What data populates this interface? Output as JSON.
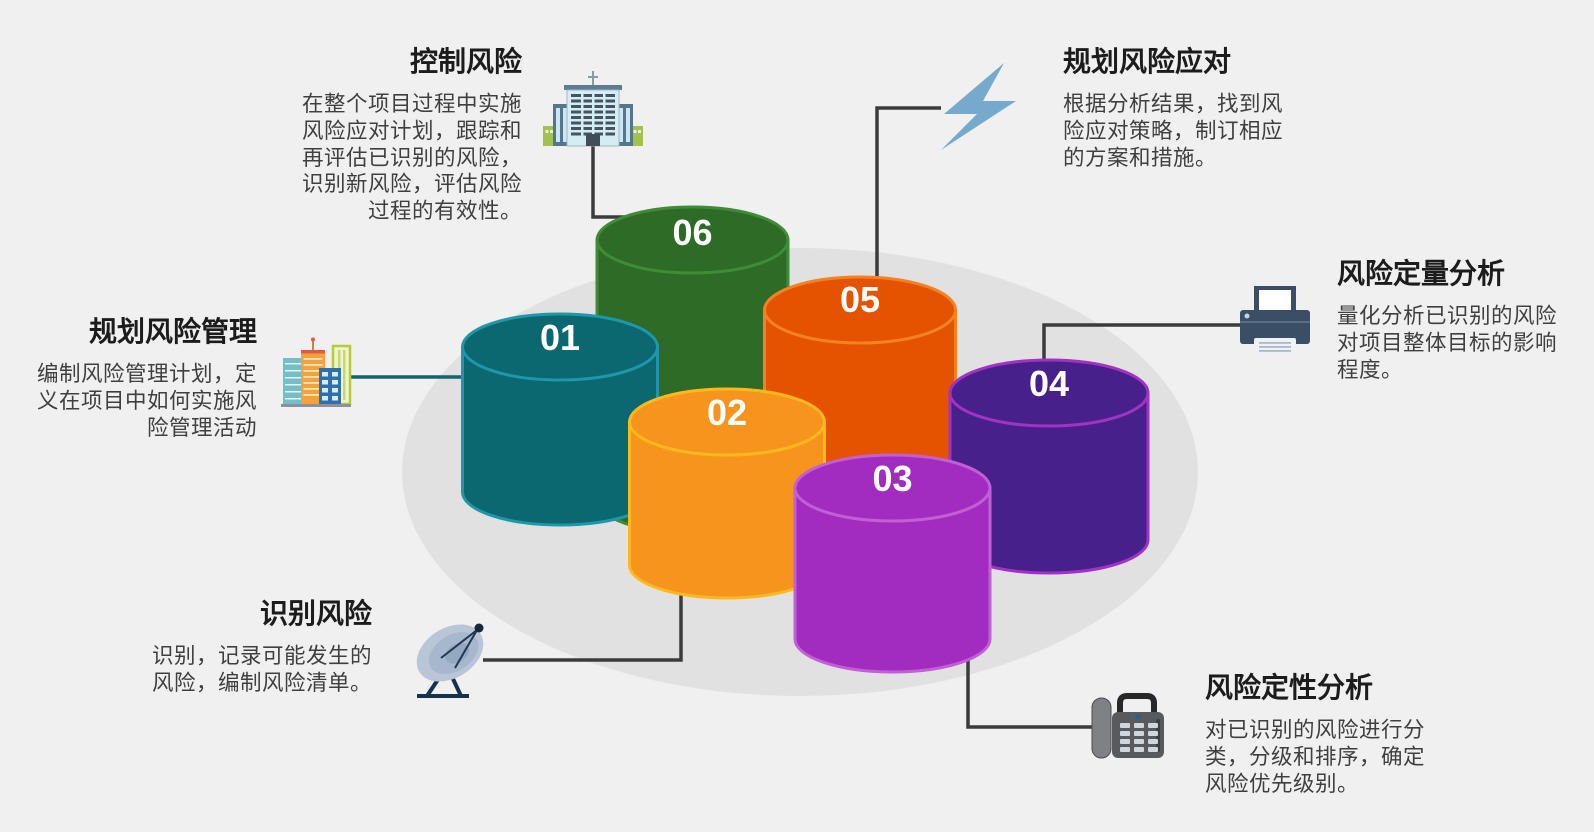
{
  "diagram": {
    "background_color": "#f0f0f1",
    "platform_ellipse_color": "#e1e1e2",
    "connector_color": "#3b3b3b",
    "number_text_color": "#ffffff",
    "title_text_color": "#1c1c1c",
    "description_text_color": "#3f3f3f"
  },
  "steps": [
    {
      "number": "01",
      "label": "规划风险管理",
      "description": "编制风险管理计划，定义在项目中如何实施风险管理活动",
      "body_color": "#0b6770",
      "rim_color": "#1e97a8",
      "icon": "city-buildings-icon"
    },
    {
      "number": "02",
      "label": "识别风险",
      "description": "识别，记录可能发生的风险，编制风险清单。",
      "body_color": "#f6941e",
      "rim_color": "#fdb81e",
      "icon": "satellite-dish-icon"
    },
    {
      "number": "03",
      "label": "风险定性分析",
      "description": "对已识别的风险进行分类，分级和排序，确定风险优先级别。",
      "body_color": "#a32cc0",
      "rim_color": "#c15fd4",
      "icon": "desk-phone-icon"
    },
    {
      "number": "04",
      "label": "风险定量分析",
      "description": "量化分析已识别的风险对项目整体目标的影响程度。",
      "body_color": "#48208c",
      "rim_color": "#a032c4",
      "icon": "printer-icon"
    },
    {
      "number": "05",
      "label": "规划风险应对",
      "description": "根据分析结果，找到风险应对策略，制订相应的方案和措施。",
      "body_color": "#e65300",
      "rim_color": "#f58220",
      "icon": "lightning-bolt-icon"
    },
    {
      "number": "06",
      "label": "控制风险",
      "description": "在整个项目过程中实施风险应对计划，跟踪和再评估已识别的风险，识别新风险，评估风险过程的有效性。",
      "body_color": "#2d6b26",
      "rim_color": "#3f8c36",
      "icon": "office-building-icon"
    }
  ]
}
